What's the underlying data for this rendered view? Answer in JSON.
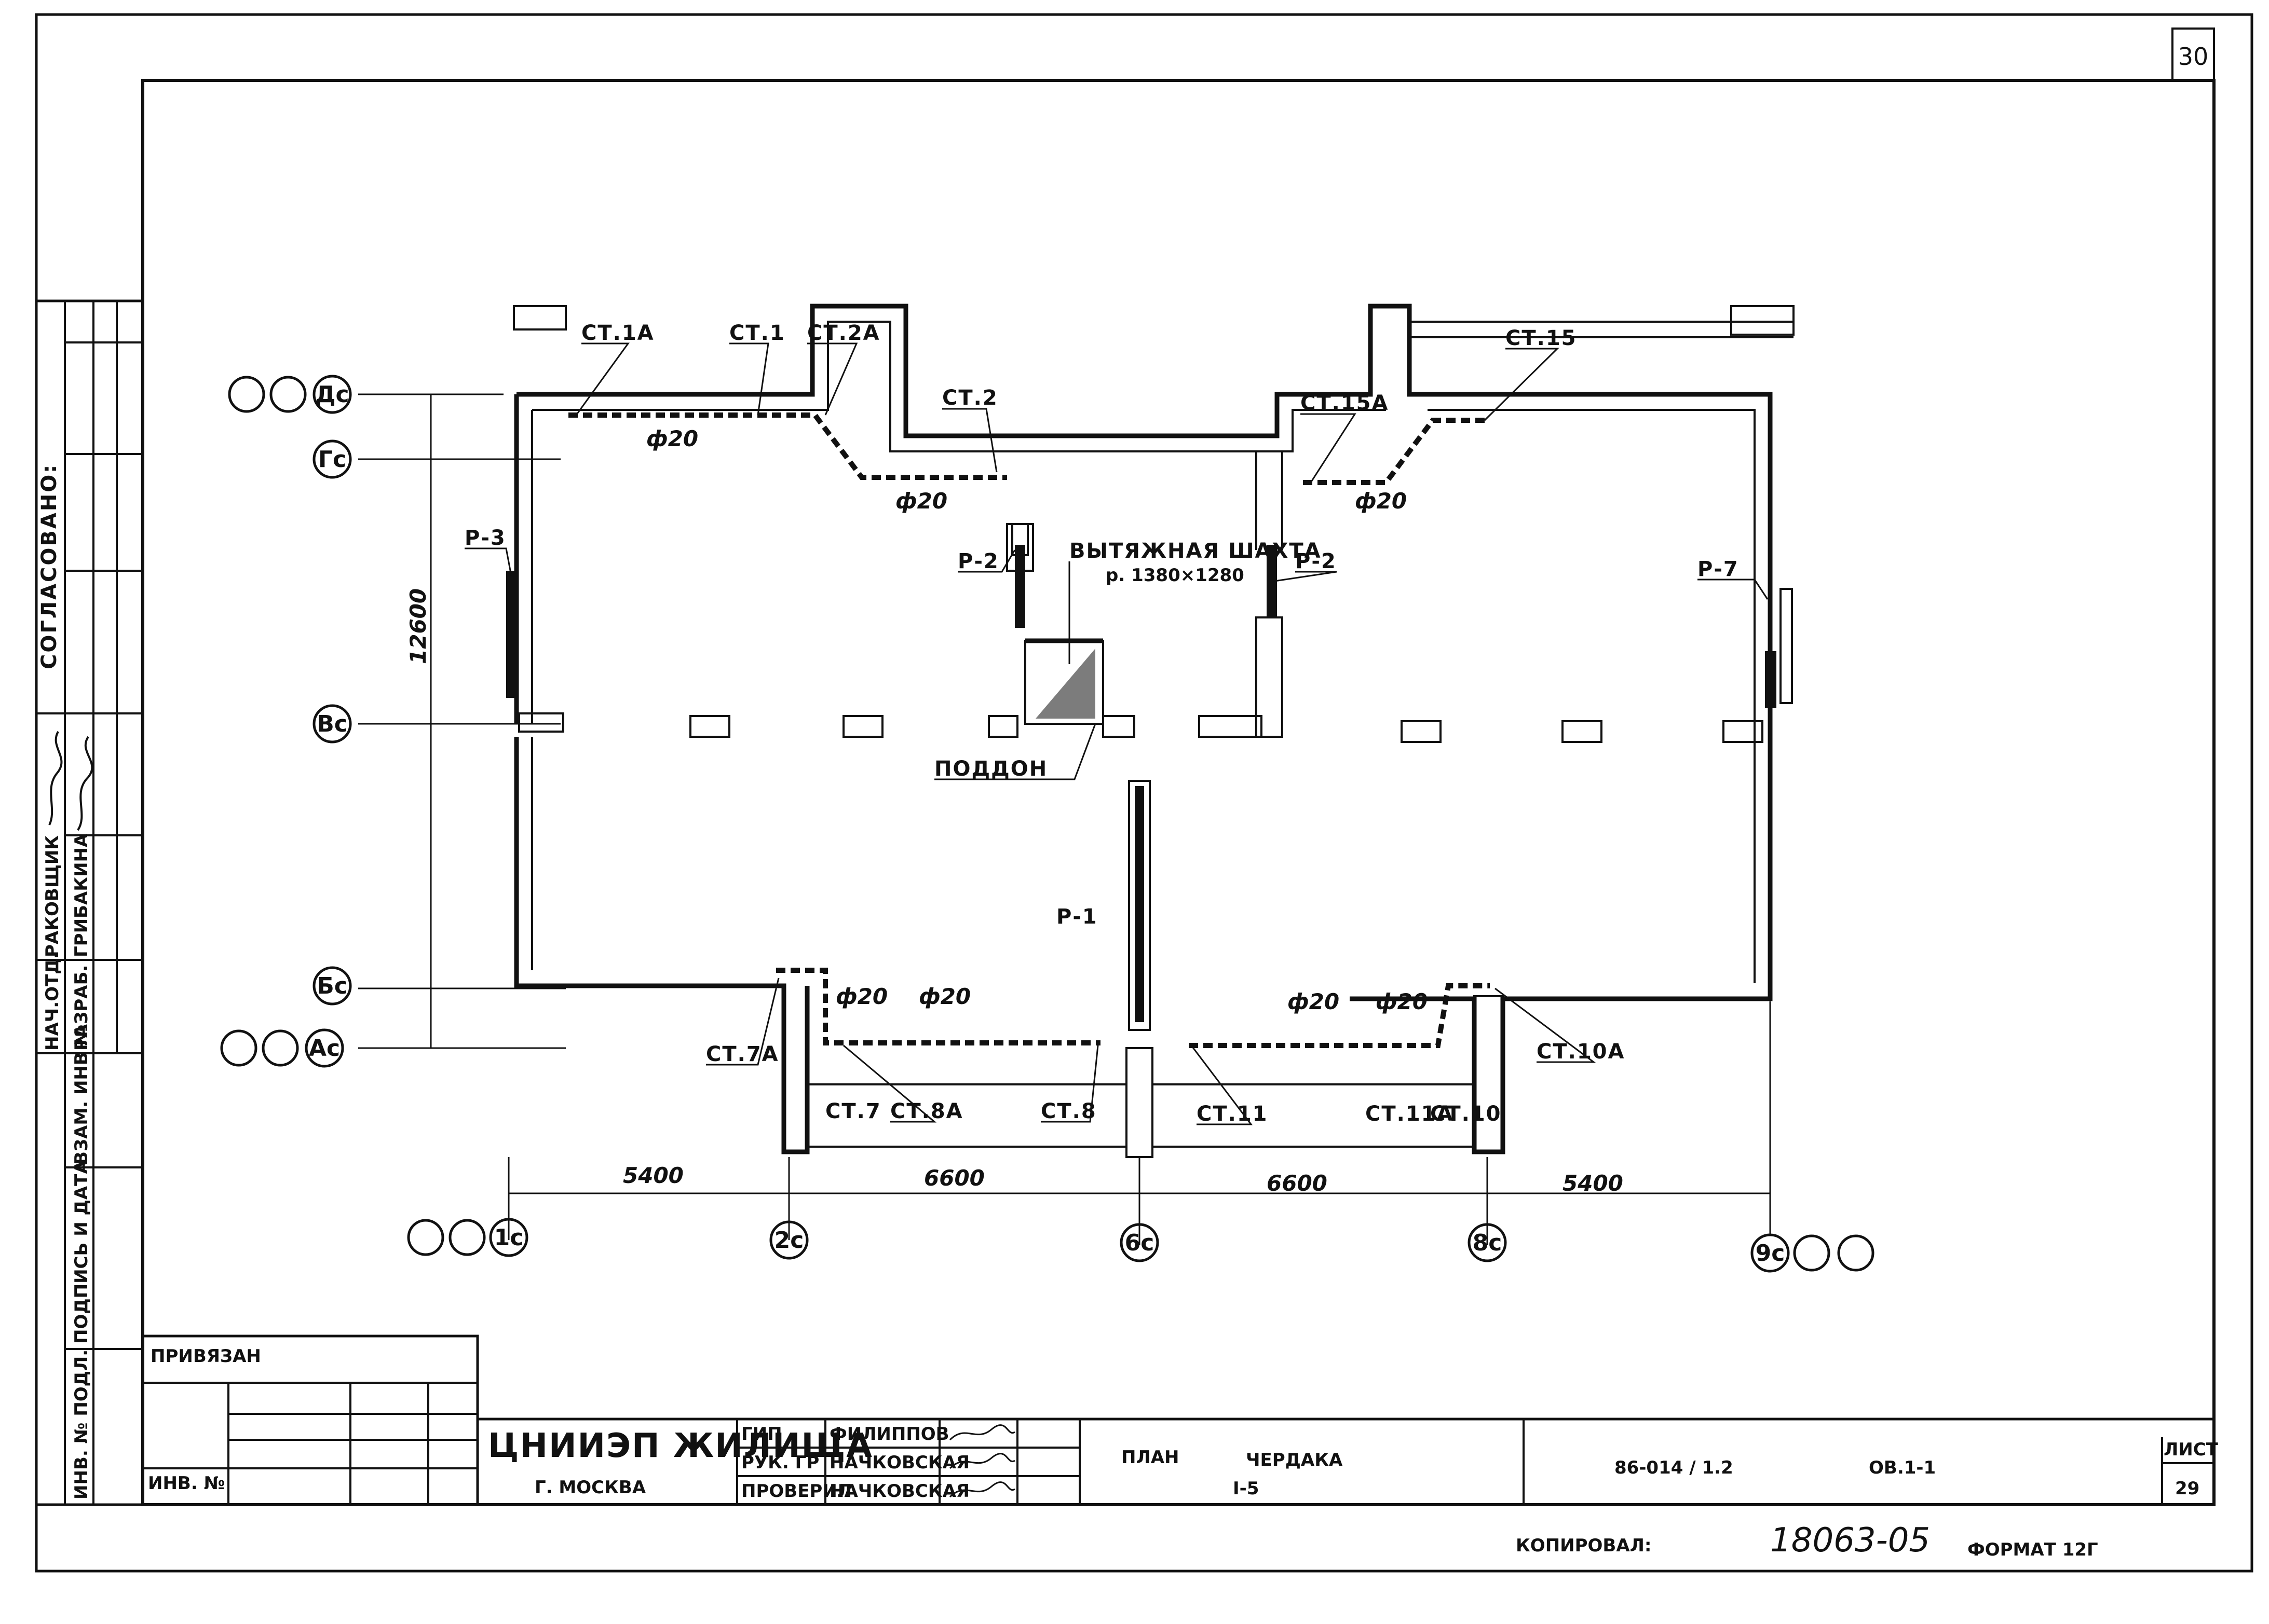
{
  "sheet_number": "30",
  "labels": {
    "st1a": "СТ.1А",
    "st1": "СТ.1",
    "st2a": "СТ.2А",
    "st2": "СТ.2",
    "st15a": "СТ.15А",
    "st15": "СТ.15",
    "st7a": "СТ.7А",
    "st7": "СТ.7",
    "st8a": "СТ.8А",
    "st8": "СТ.8",
    "st11": "СТ.11",
    "st11a": "СТ.11А",
    "st10": "СТ.10",
    "st10a": "СТ.10А",
    "p1": "Р-1",
    "p2_left": "Р-2",
    "p2_right": "Р-2",
    "p3": "Р-3",
    "p7": "Р-7",
    "d20_1": "ф20",
    "d20_2": "ф20",
    "d20_3": "ф20",
    "d20_4": "ф20",
    "d20_5": "ф20",
    "d20_6": "ф20",
    "d20_7": "ф20",
    "shaft_title": "ВЫТЯЖНАЯ ШАХТА",
    "shaft_size": "р. 1380×1280",
    "tray": "ПОДДОН"
  },
  "axes": {
    "dc": "Дс",
    "gc": "Гс",
    "vc": "Вс",
    "bc": "Бс",
    "ac": "Ас",
    "c1": "1с",
    "c2": "2с",
    "c6": "6с",
    "c8": "8с",
    "c9": "9с"
  },
  "dimensions": {
    "height": "12600",
    "span1": "5400",
    "span2": "6600",
    "span3": "6600",
    "span4": "5400"
  },
  "left_strip": {
    "agreed": "СОГЛАСОВАНО:",
    "row1_role": "НАЧ.ОТД.",
    "row1_name": "РАКОВЩИК",
    "row2_role": "РАЗРАБ.",
    "row2_name": "ГРИБАКИНА",
    "inv_vzam": "ВЗАМ. ИНВ №",
    "sign_date": "ПОДПИСЬ И ДАТА",
    "inv_podl": "ИНВ. № ПОДЛ."
  },
  "title_block": {
    "bound": "ПРИВЯЗАН",
    "inv_no": "ИНВ. №",
    "org_line1": "ЦНИИЭП ЖИЛИЩА",
    "org_line2": "Г. МОСКВА",
    "roles": [
      "ГИП",
      "РУК. ГР",
      "ПРОВЕРИЛ"
    ],
    "names": [
      "ФИЛИППОВ",
      "НАЧКОВСКАЯ",
      "НАЧКОВСКАЯ"
    ],
    "title_word1": "ПЛАН",
    "title_word2": "ЧЕРДАКА",
    "title_section": "I-5",
    "doc_code": "86-014 / 1.2",
    "doc_mark": "ОВ.1-1",
    "sheet_label": "ЛИСТ",
    "sheet_no": "29"
  },
  "footer": {
    "copied_label": "КОПИРОВАЛ:",
    "copied_no": "18063-05",
    "format": "ФОРМАТ 12Г"
  }
}
